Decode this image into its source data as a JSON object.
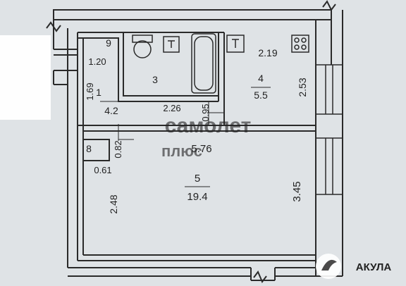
{
  "rooms": [
    {
      "number": "1",
      "area": "4.2"
    },
    {
      "number": "3"
    },
    {
      "number": "4",
      "area": "5.5"
    },
    {
      "number": "5",
      "area": "19.4"
    },
    {
      "number": "8"
    },
    {
      "number": "9"
    }
  ],
  "dimensions": {
    "d120": "1.20",
    "d169": "1.69",
    "d226": "2.26",
    "d095": "0.95",
    "d219": "2.19",
    "d253": "2.53",
    "d082": "0.82",
    "d576": "5.76",
    "d061": "0.61",
    "d248": "2.48",
    "d345": "3.45"
  },
  "watermark": {
    "line1": "самолет",
    "line2": "плюс"
  },
  "brand": {
    "name": "АКУЛА"
  },
  "icons": [
    "toilet-icon",
    "bathtub-icon",
    "sink-icon",
    "stove-icon",
    "logo-icon"
  ],
  "colors": {
    "background": "#dfe3e6",
    "wall": "#2a2a2a"
  }
}
